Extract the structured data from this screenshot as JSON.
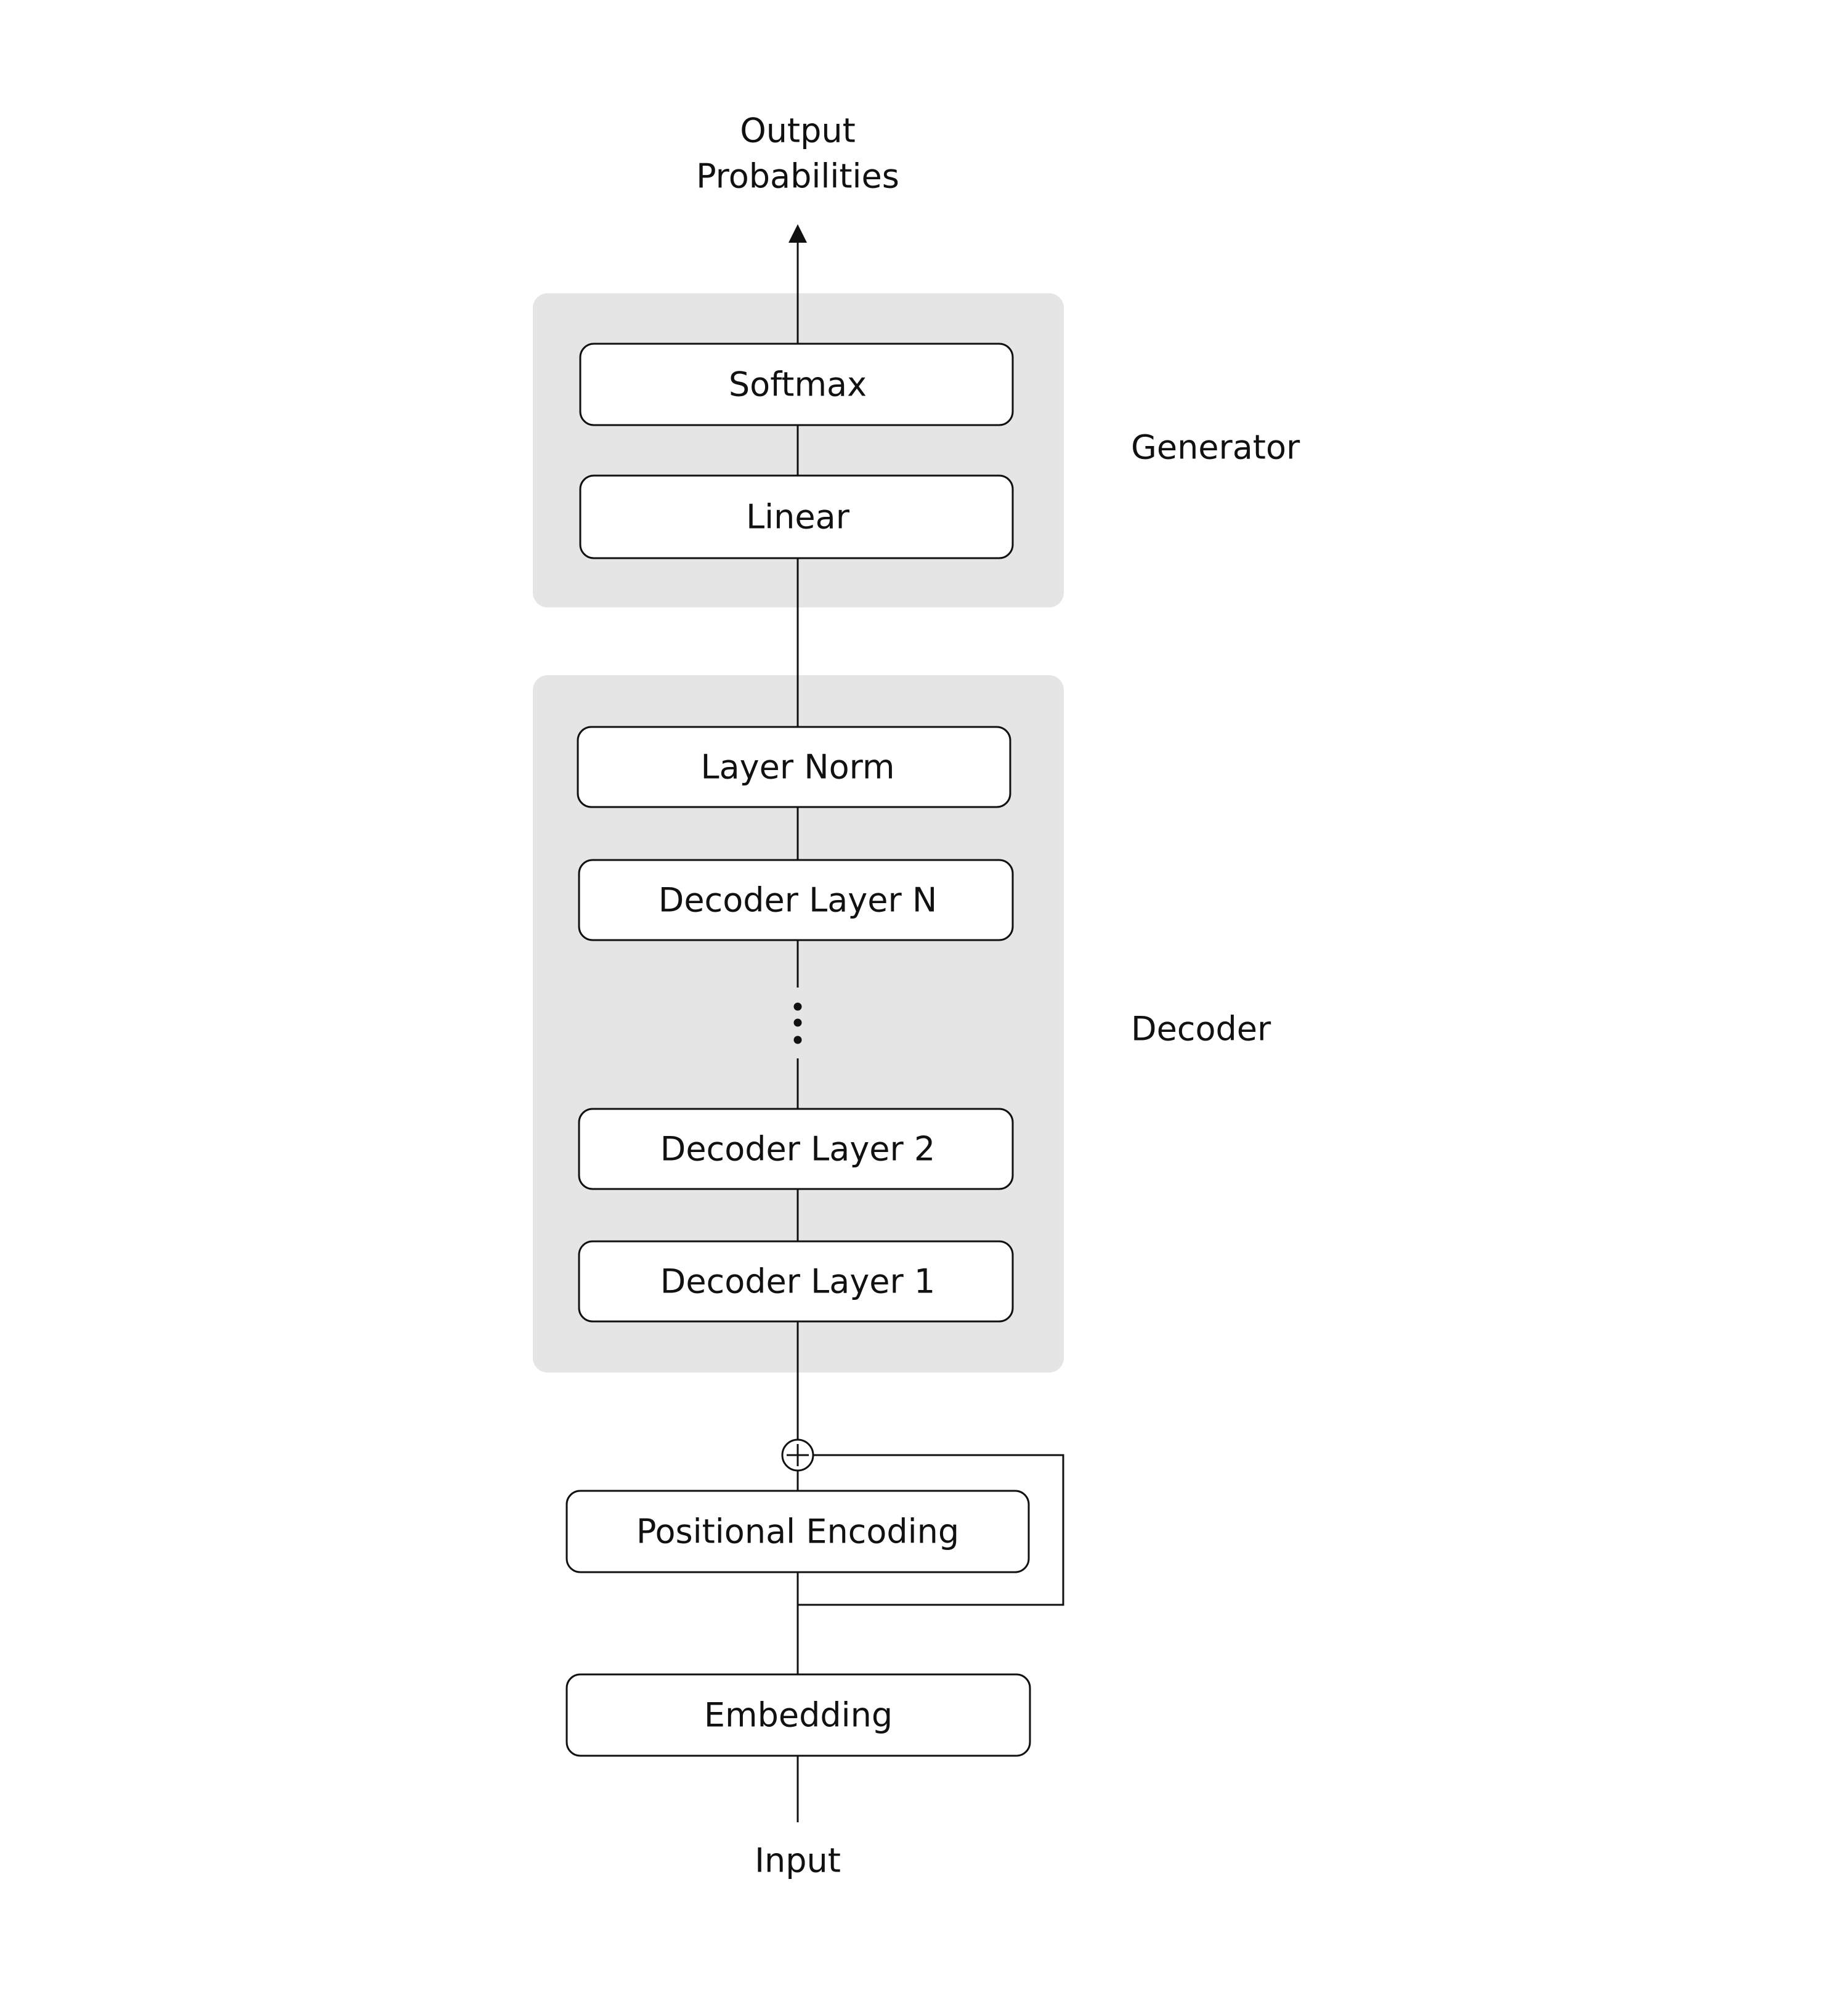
{
  "output_label": [
    "Output",
    "Probabilities"
  ],
  "input_label": "Input",
  "groups": {
    "generator": {
      "label": "Generator",
      "fill": "#e5e5e5"
    },
    "decoder": {
      "label": "Decoder",
      "fill": "#e5e5e5"
    }
  },
  "blocks": {
    "softmax": "Softmax",
    "linear": "Linear",
    "layer_norm": "Layer Norm",
    "decoder_layer_n": "Decoder Layer N",
    "decoder_layer_2": "Decoder Layer 2",
    "decoder_layer_1": "Decoder Layer 1",
    "positional_encoding": "Positional Encoding",
    "embedding": "Embedding"
  },
  "colors": {
    "stroke": "#111111",
    "block_fill": "#ffffff",
    "background": "#ffffff"
  }
}
